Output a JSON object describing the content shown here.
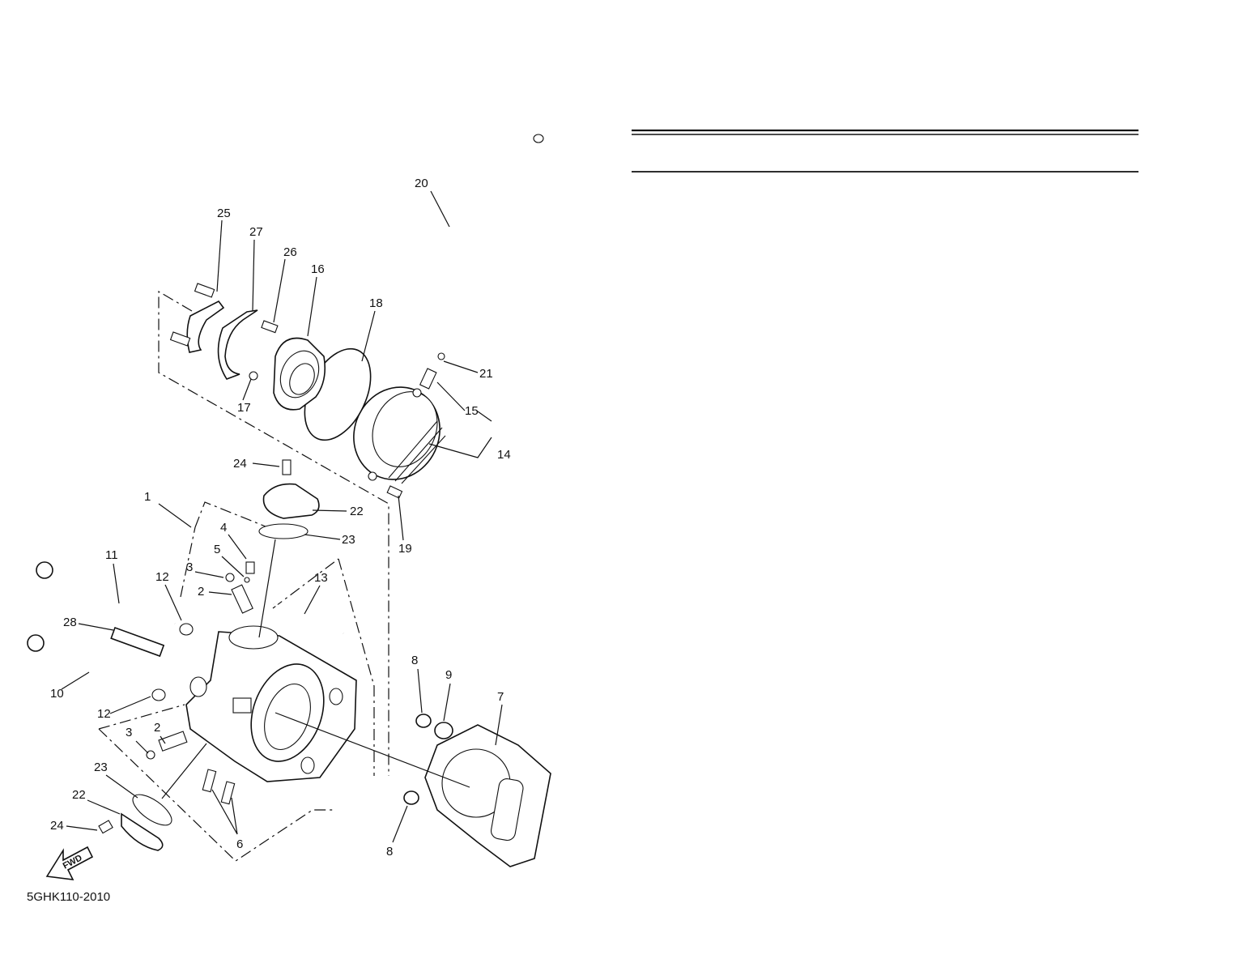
{
  "diagram_code": "5GHK110-2010",
  "fwd_label": "FWD",
  "callouts": [
    "1",
    "2",
    "2",
    "3",
    "3",
    "4",
    "5",
    "6",
    "7",
    "8",
    "8",
    "9",
    "10",
    "11",
    "12",
    "12",
    "13",
    "14",
    "15",
    "16",
    "17",
    "18",
    "19",
    "20",
    "21",
    "22",
    "22",
    "23",
    "23",
    "24",
    "24",
    "25",
    "26",
    "27",
    "28"
  ],
  "colors": {
    "ink": "#111111",
    "background": "#ffffff"
  }
}
